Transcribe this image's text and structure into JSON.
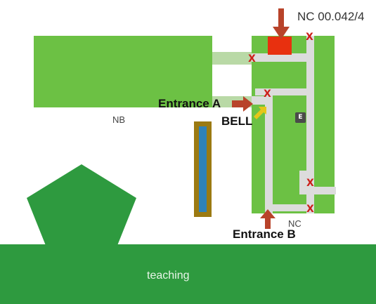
{
  "labels": {
    "room": "NC 00.042/4",
    "nb": "NB",
    "nc": "NC",
    "entrance_a": "Entrance A",
    "entrance_b": "Entrance B",
    "bell": "BELL",
    "teaching": "teaching",
    "elevator": "E"
  },
  "marks": {
    "blocked": "X"
  },
  "colors": {
    "building_light": "#6cc144",
    "building_dark": "#2e9a3f",
    "corridor": "#dcdcdc",
    "target_room": "#e8300f",
    "arrow": "#b8432a",
    "bell_arrow": "#e6c619",
    "pond_frame": "#9b7a12",
    "pond_water": "#2f82b8",
    "elevator": "#4a4a4a",
    "x_mark": "#cc1f1a"
  },
  "icons": {
    "room_arrow": "arrow-down-icon",
    "entrance_a_arrow": "arrow-right-icon",
    "entrance_b_arrow": "arrow-up-icon",
    "bell_arrow": "arrow-diagonal-icon"
  }
}
